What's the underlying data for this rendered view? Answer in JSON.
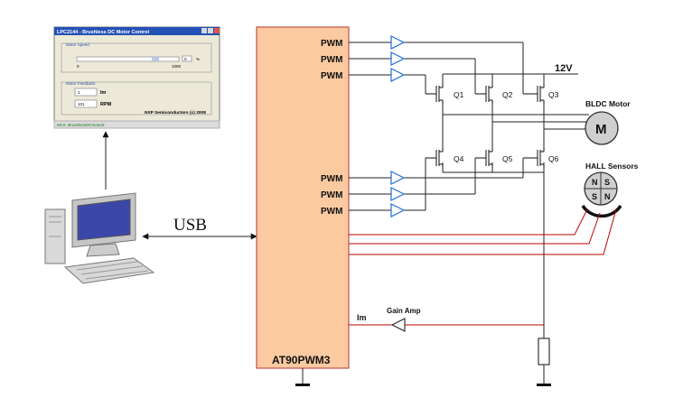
{
  "gui_window": {
    "title": "LPC2144 - Brushless DC Motor Control",
    "speed_group_label": "Motor Speed",
    "slider_min": "0",
    "slider_max": "1000",
    "slider_value": "0",
    "slider_unit": "%",
    "feedback_group_label": "Motor Feedback",
    "current_value": "1",
    "current_unit": "Im",
    "rpm_value": "101",
    "rpm_unit": "RPM",
    "footer_text": "NXP Semiconductors (c) 2008",
    "status_text": "MAX ,BrushlessDCmotor8"
  },
  "usb_label": "USB",
  "mcu_label": "AT90PWM3",
  "pwm_label": "PWM",
  "supply_label": "12V",
  "transistors": [
    "Q1",
    "Q2",
    "Q3",
    "Q4",
    "Q5",
    "Q6"
  ],
  "motor_label": "BLDC Motor",
  "motor_symbol": "M",
  "hall_label": "HALL Sensors",
  "hall_poles": [
    "N",
    "S",
    "S",
    "N"
  ],
  "im_label": "Im",
  "gain_amp_label": "Gain Amp",
  "colors": {
    "mcu_fill": "#fbcaa0",
    "mcu_border": "#c0504d",
    "buffer": "#1f6fd6",
    "hall_signal": "#c00000",
    "window_title": "#2451b5"
  }
}
